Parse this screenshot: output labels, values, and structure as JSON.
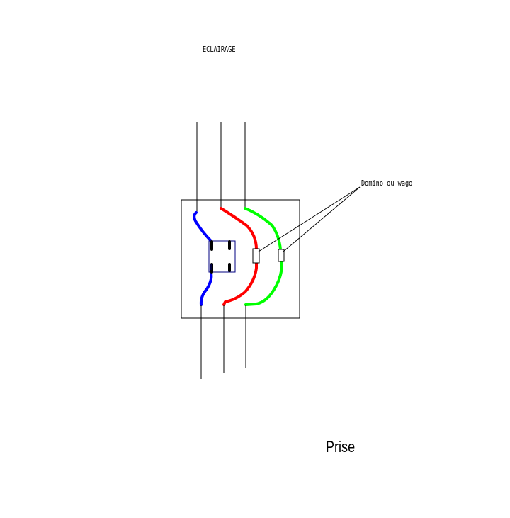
{
  "labels": {
    "top": "ECLAIRAGE",
    "connector": "Domino ou wago",
    "bottom": "Prise"
  },
  "colors": {
    "background": "#ffffff",
    "outline": "#000000",
    "neutral_wire": "#0000ff",
    "phase_wire": "#ff0000",
    "earth_wire": "#00ff00"
  },
  "icons": {
    "junction_box": "junction-box",
    "switch_block": "switch-block",
    "connector": "domino-connector"
  }
}
